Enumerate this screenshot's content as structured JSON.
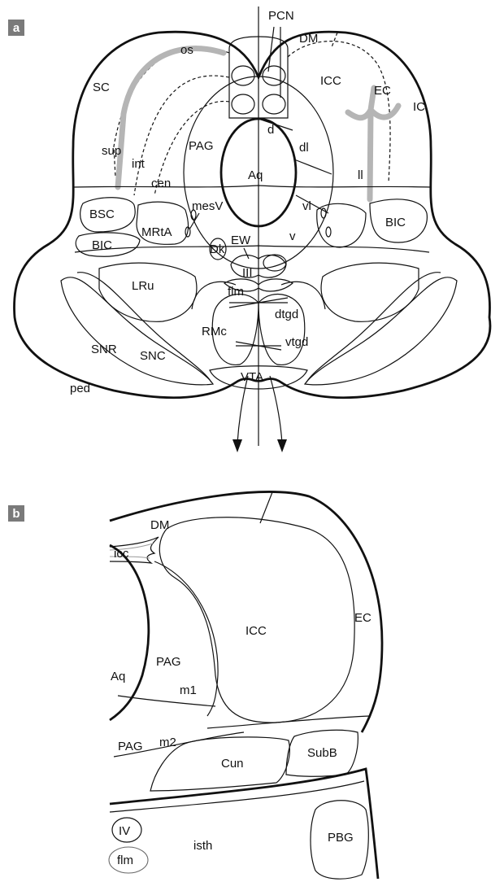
{
  "panels": {
    "a": {
      "letter": "a",
      "labels": {
        "PCN": "PCN",
        "DM": "DM",
        "os": "os",
        "SC": "SC",
        "ICC": "ICC",
        "EC": "EC",
        "IC": "IC",
        "sup": "sup",
        "int": "int",
        "cen": "cen",
        "PAG": "PAG",
        "d": "d",
        "dl": "dl",
        "Aq": "Aq",
        "ll": "ll",
        "vl": "vl",
        "mesV": "mesV",
        "BSC": "BSC",
        "MRtA": "MRtA",
        "BIC_left": "BIC",
        "BIC_right": "BIC",
        "v": "v",
        "EW": "EW",
        "Dk": "Dk",
        "III": "III",
        "LRu": "LRu",
        "flm": "flm",
        "dtgd": "dtgd",
        "RMc": "RMc",
        "vtgd": "vtgd",
        "SNR": "SNR",
        "SNC": "SNC",
        "ped": "ped",
        "VTA": "VTA"
      }
    },
    "b": {
      "letter": "b",
      "labels": {
        "DM": "DM",
        "icc": "icc",
        "ICC": "ICC",
        "EC": "EC",
        "Aq": "Aq",
        "PAG_upper": "PAG",
        "m1": "m1",
        "PAG_lower": "PAG",
        "m2": "m2",
        "Cun": "Cun",
        "SubB": "SubB",
        "IV": "IV",
        "isth": "isth",
        "PBG": "PBG",
        "flm": "flm"
      }
    }
  }
}
